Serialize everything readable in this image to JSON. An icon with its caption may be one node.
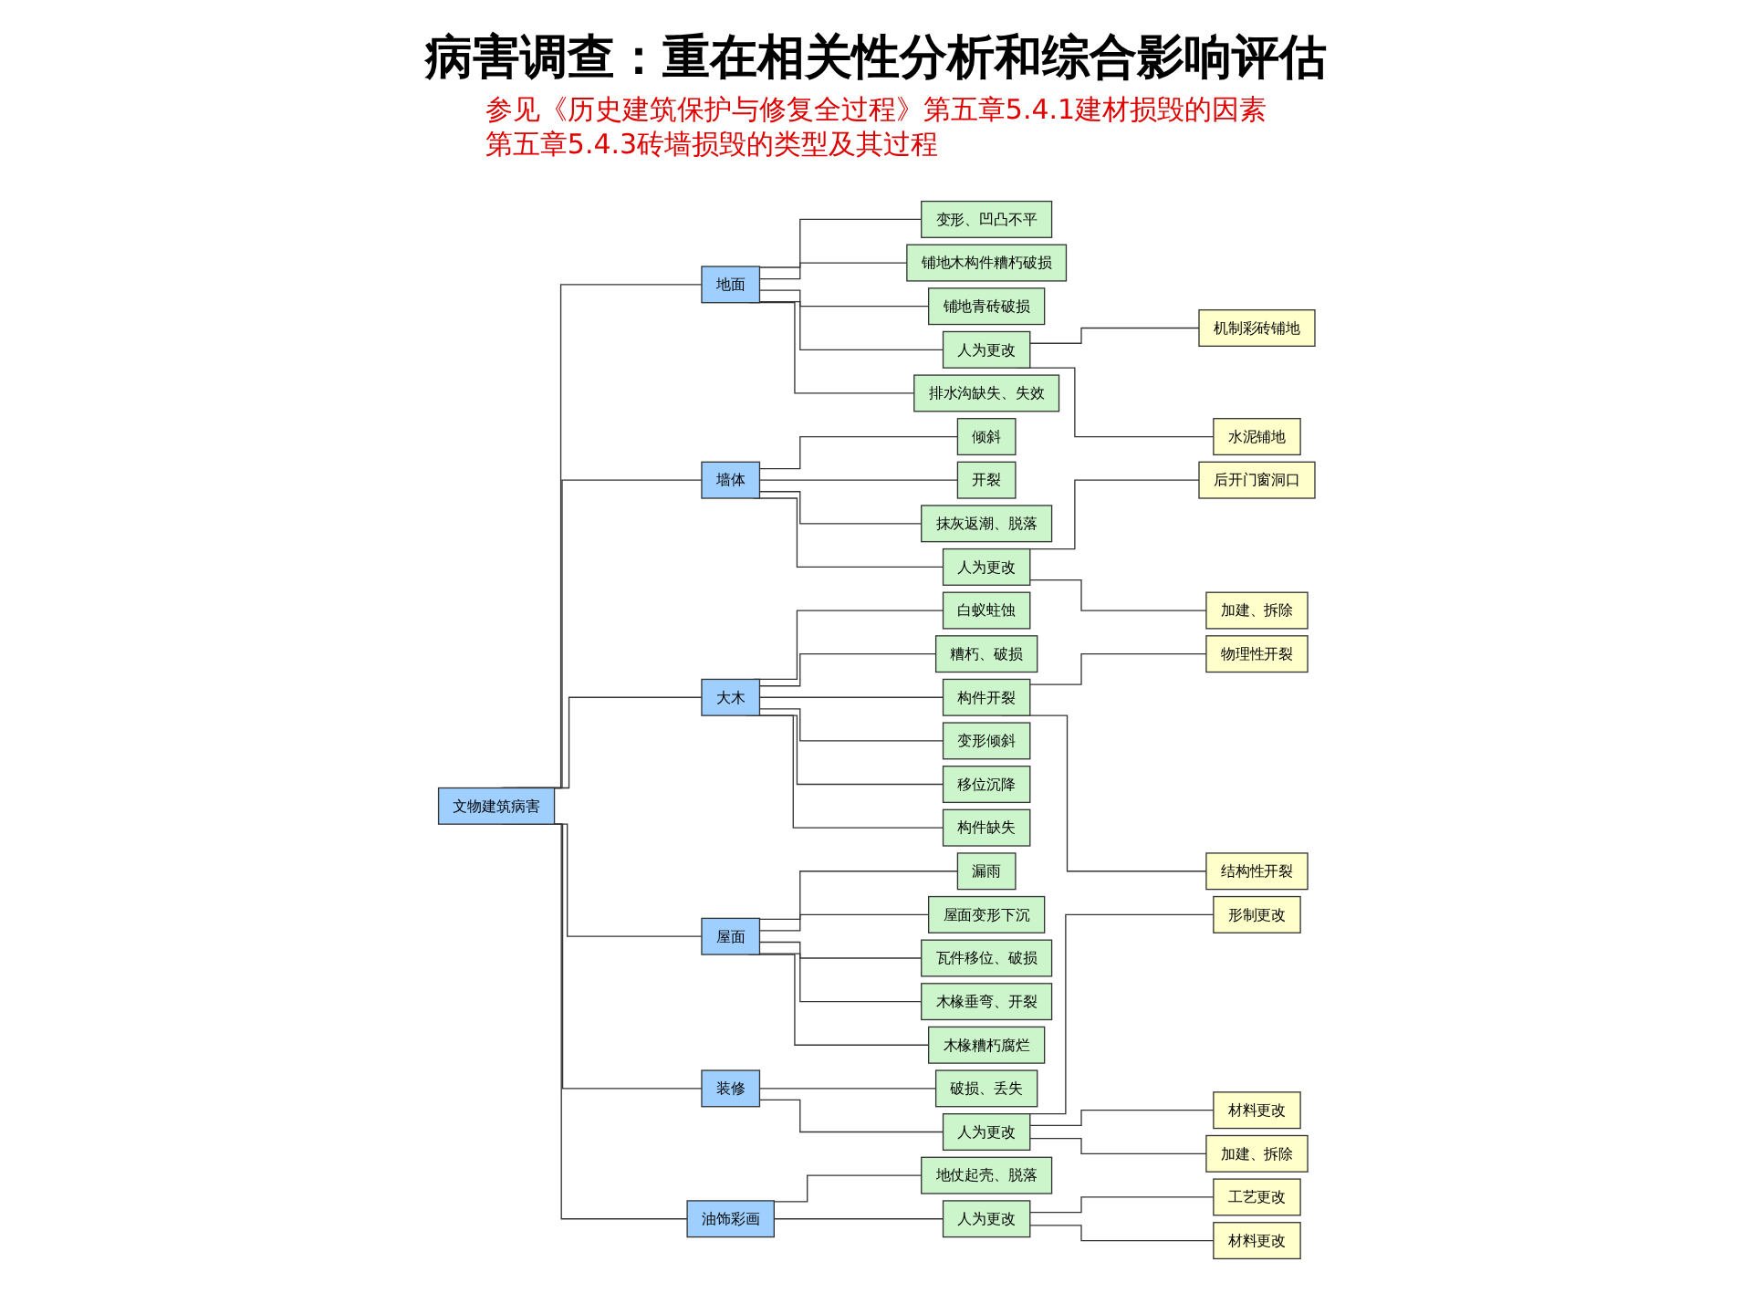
{
  "diagram": {
    "title": "病害调查：重在相关性分析和综合影响评估",
    "nodes": [
      {
        "text": [
          "文物建筑病害"
        ]
      },
      {
        "text": [
          "地面"
        ]
      },
      {
        "text": [
          "墙体"
        ]
      },
      {
        "text": [
          "大木"
        ]
      },
      {
        "text": [
          "屋面"
        ]
      },
      {
        "text": [
          "装修"
        ]
      },
      {
        "text": [
          "油饰彩画"
        ]
      },
      {
        "text": [
          "变形、凹凸不平"
        ]
      },
      {
        "text": [
          "铺地木构件糟朽破损"
        ]
      },
      {
        "text": [
          "铺地青砖破损"
        ]
      },
      {
        "text": [
          "人为更改"
        ]
      },
      {
        "text": [
          "排水沟缺失、失效"
        ]
      },
      {
        "text": [
          "倾斜"
        ]
      },
      {
        "text": [
          "开裂"
        ]
      },
      {
        "text": [
          "抹灰返潮、脱落"
        ]
      },
      {
        "text": [
          "人为更改"
        ]
      },
      {
        "text": [
          "白蚁蛀蚀"
        ]
      },
      {
        "text": [
          "糟朽、破损"
        ]
      },
      {
        "text": [
          "构件开裂"
        ]
      },
      {
        "text": [
          "变形倾斜"
        ]
      },
      {
        "text": [
          "移位沉降"
        ]
      },
      {
        "text": [
          "构件缺失"
        ]
      },
      {
        "text": [
          "漏雨"
        ]
      },
      {
        "text": [
          "屋面变形下沉"
        ]
      },
      {
        "text": [
          "瓦件移位、破损"
        ]
      },
      {
        "text": [
          "木椽垂弯、开裂"
        ]
      },
      {
        "text": [
          "木椽糟朽腐烂"
        ]
      },
      {
        "text": [
          "破损、丢失"
        ]
      },
      {
        "text": [
          "人为更改"
        ]
      },
      {
        "text": [
          "地仗起壳、脱落"
        ]
      },
      {
        "text": [
          "人为更改"
        ]
      },
      {
        "text": [
          "机制彩砖铺地"
        ]
      },
      {
        "text": [
          "水泥铺地"
        ]
      },
      {
        "text": [
          "后开门窗洞口"
        ]
      },
      {
        "text": [
          "加建、拆除"
        ]
      },
      {
        "text": [
          "物理性开裂"
        ]
      },
      {
        "text": [
          "结构性开裂"
        ]
      },
      {
        "text": [
          "形制更改"
        ]
      },
      {
        "text": [
          "材料更改"
        ]
      },
      {
        "text": [
          "加建、拆除"
        ]
      },
      {
        "text": [
          "工艺更改"
        ]
      },
      {
        "text": [
          "材料更改"
        ]
      }
    ],
    "edges": [
      {
        "from": 0,
        "to": 1,
        "arrow": "none"
      },
      {
        "from": 0,
        "to": 2,
        "arrow": "none"
      },
      {
        "from": 0,
        "to": 3,
        "arrow": "none"
      },
      {
        "from": 0,
        "to": 4,
        "arrow": "none"
      },
      {
        "from": 0,
        "to": 5,
        "arrow": "none"
      },
      {
        "from": 0,
        "to": 6,
        "arrow": "none"
      },
      {
        "from": 1,
        "to": 7,
        "arrow": "none"
      },
      {
        "from": 1,
        "to": 8,
        "arrow": "none"
      },
      {
        "from": 1,
        "to": 9,
        "arrow": "none"
      },
      {
        "from": 1,
        "to": 10,
        "arrow": "none"
      },
      {
        "from": 1,
        "to": 11,
        "arrow": "none"
      },
      {
        "from": 2,
        "to": 12,
        "arrow": "none"
      },
      {
        "from": 2,
        "to": 13,
        "arrow": "none"
      },
      {
        "from": 2,
        "to": 14,
        "arrow": "none"
      },
      {
        "from": 2,
        "to": 15,
        "arrow": "none"
      },
      {
        "from": 3,
        "to": 16,
        "arrow": "none"
      },
      {
        "from": 3,
        "to": 17,
        "arrow": "none"
      },
      {
        "from": 3,
        "to": 18,
        "arrow": "none"
      },
      {
        "from": 3,
        "to": 19,
        "arrow": "none"
      },
      {
        "from": 3,
        "to": 20,
        "arrow": "none"
      },
      {
        "from": 3,
        "to": 21,
        "arrow": "none"
      },
      {
        "from": 4,
        "to": 22,
        "arrow": "none"
      },
      {
        "from": 4,
        "to": 23,
        "arrow": "none"
      },
      {
        "from": 4,
        "to": 24,
        "arrow": "none"
      },
      {
        "from": 4,
        "to": 25,
        "arrow": "none"
      },
      {
        "from": 4,
        "to": 26,
        "arrow": "none"
      },
      {
        "from": 5,
        "to": 27,
        "arrow": "none"
      },
      {
        "from": 5,
        "to": 28,
        "arrow": "none"
      },
      {
        "from": 6,
        "to": 29,
        "arrow": "none"
      },
      {
        "from": 6,
        "to": 30,
        "arrow": "none"
      },
      {
        "from": 10,
        "to": 31,
        "arrow": "none"
      },
      {
        "from": 10,
        "to": 32,
        "arrow": "none"
      },
      {
        "from": 15,
        "to": 33,
        "arrow": "none"
      },
      {
        "from": 15,
        "to": 34,
        "arrow": "none"
      },
      {
        "from": 18,
        "to": 35,
        "arrow": "none"
      },
      {
        "from": 18,
        "to": 36,
        "arrow": "none"
      },
      {
        "from": 28,
        "to": 37,
        "arrow": "none"
      },
      {
        "from": 28,
        "to": 38,
        "arrow": "none"
      },
      {
        "from": 28,
        "to": 39,
        "arrow": "none"
      },
      {
        "from": 30,
        "to": 40,
        "arrow": "none"
      },
      {
        "from": 30,
        "to": 41,
        "arrow": "none"
      }
    ],
    "labels": [
      "参见《历史建筑保护与修复全过程》第五章5.4.1建材损毁的因素",
      "第五章5.4.3砖墙损毁的类型及其过程"
    ]
  }
}
